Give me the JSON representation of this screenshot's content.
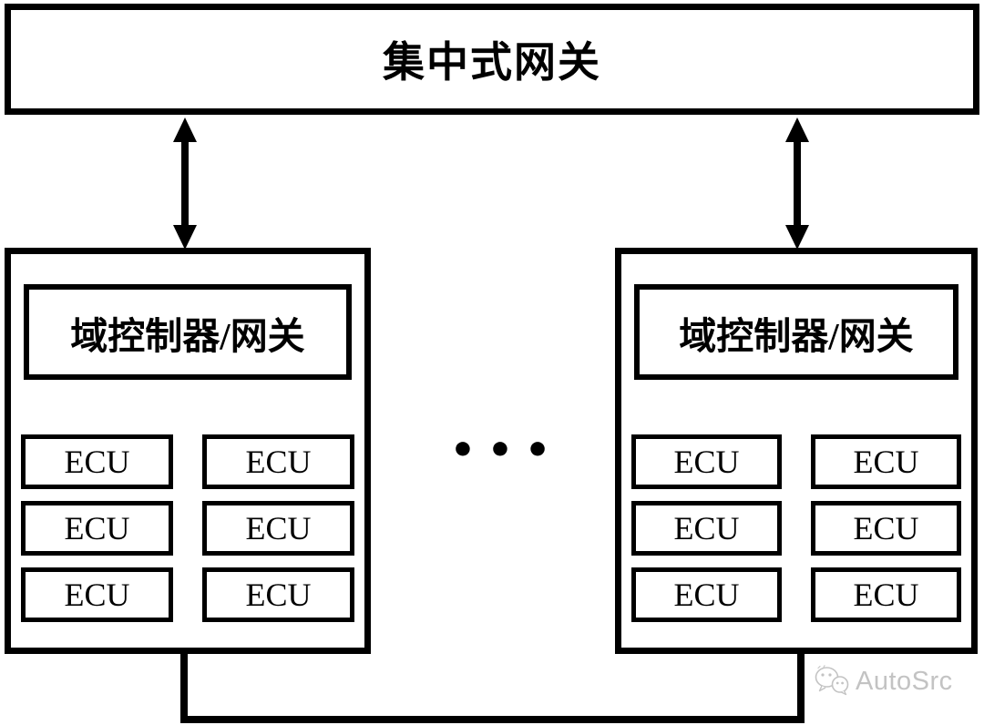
{
  "diagram": {
    "top_gateway": {
      "label": "集中式网关"
    },
    "ellipsis": "•••",
    "domains": [
      {
        "controller_label": "域控制器/网关",
        "ecus": [
          "ECU",
          "ECU",
          "ECU",
          "ECU",
          "ECU",
          "ECU"
        ]
      },
      {
        "controller_label": "域控制器/网关",
        "ecus": [
          "ECU",
          "ECU",
          "ECU",
          "ECU",
          "ECU",
          "ECU"
        ]
      }
    ],
    "colors": {
      "line": "#000000",
      "background": "#ffffff",
      "watermark": "#c3c3c3"
    }
  },
  "watermark": {
    "label": "AutoSrc"
  }
}
